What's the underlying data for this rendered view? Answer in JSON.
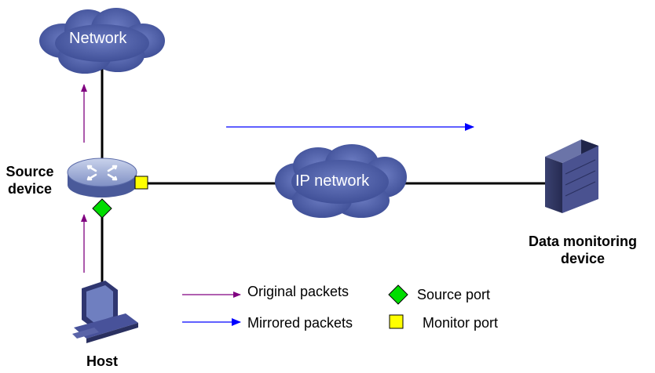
{
  "clouds": {
    "top": "Network",
    "middle": "IP network"
  },
  "devices": {
    "source": [
      "Source",
      "device"
    ],
    "monitor": [
      "Data monitoring",
      "device"
    ],
    "host": "Host"
  },
  "legend": {
    "original": "Original packets",
    "mirrored": "Mirrored packets",
    "source_port": "Source port",
    "monitor_port": "Monitor port"
  },
  "colors": {
    "cloud": "#4f60a8",
    "original_arrow": "#800080",
    "mirrored_arrow": "#0000ff",
    "source_port": "#00dd00",
    "monitor_port": "#ffff00",
    "link": "#000000"
  }
}
